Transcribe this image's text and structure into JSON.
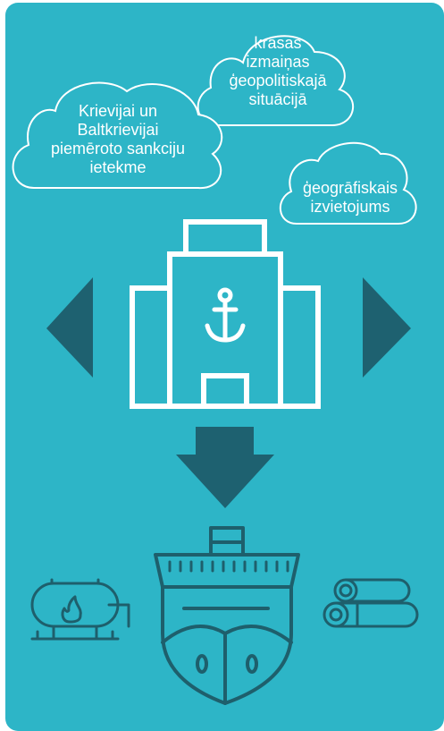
{
  "colors": {
    "background": "#2db5c7",
    "stroke": "#ffffff",
    "arrow": "#1e6170",
    "icon_line": "#1e5f6c"
  },
  "clouds": [
    {
      "lines": [
        "krasas",
        "izmaiņas",
        "ģeopolitiskajā",
        "situācijā"
      ]
    },
    {
      "lines": [
        "Krievijai un",
        "Baltkrievijai",
        "piemēroto sankciju",
        "ietekme"
      ]
    },
    {
      "lines": [
        "ģeogrāfiskais",
        "izvietojums"
      ]
    }
  ],
  "icons": {
    "port": "port-building-anchor-icon",
    "left_arrow": "arrow-left-icon",
    "right_arrow": "arrow-right-icon",
    "down_arrow": "arrow-down-icon",
    "gas": "gas-tank-icon",
    "ship": "ship-icon",
    "timber": "timber-logs-icon"
  }
}
